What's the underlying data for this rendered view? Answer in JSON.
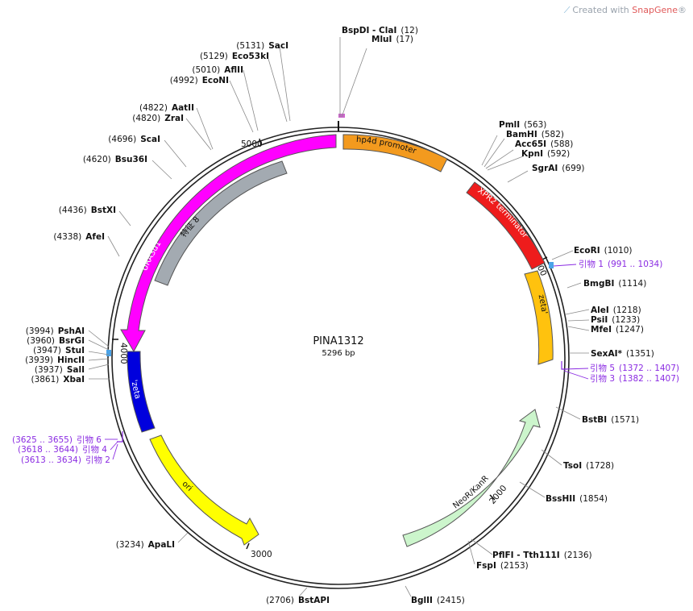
{
  "watermark": {
    "prefix": "Created with ",
    "brand": "SnapGene",
    "suffix": "®"
  },
  "plasmid": {
    "name": "PINA1312",
    "length_label": "5296 bp"
  },
  "ruler": {
    "r1000": "1000",
    "r2000": "2000",
    "r3000": "3000",
    "r4000": "4000",
    "r5000": "5000"
  },
  "features": {
    "hp4d": "hp4d promoter",
    "xpr2": "XPR2 terminator",
    "zeta_right": "zeta'",
    "neor": "NeoR/KanR",
    "ori": "ori",
    "zeta_left": "'zeta",
    "ura": "URA3d1",
    "feat8": "特征 8"
  },
  "sites": {
    "bspdi": {
      "name": "BspDI - ClaI",
      "pos": "(12)"
    },
    "mlui": {
      "name": "MluI",
      "pos": "(17)"
    },
    "pmli": {
      "name": "PmlI",
      "pos": "(563)"
    },
    "bamhi": {
      "name": "BamHI",
      "pos": "(582)"
    },
    "acc65i": {
      "name": "Acc65I",
      "pos": "(588)"
    },
    "kpni": {
      "name": "KpnI",
      "pos": "(592)"
    },
    "sgrai": {
      "name": "SgrAI",
      "pos": "(699)"
    },
    "ecori": {
      "name": "EcoRI",
      "pos": "(1010)"
    },
    "bmgbi": {
      "name": "BmgBI",
      "pos": "(1114)"
    },
    "alei": {
      "name": "AleI",
      "pos": "(1218)"
    },
    "psii": {
      "name": "PsiI",
      "pos": "(1233)"
    },
    "mfei": {
      "name": "MfeI",
      "pos": "(1247)"
    },
    "sexai": {
      "name": "SexAI*",
      "pos": "(1351)"
    },
    "bstbi": {
      "name": "BstBI",
      "pos": "(1571)"
    },
    "tsoi": {
      "name": "TsoI",
      "pos": "(1728)"
    },
    "bsshii": {
      "name": "BssHII",
      "pos": "(1854)"
    },
    "pflfi": {
      "name": "PflFI - Tth111I",
      "pos": "(2136)"
    },
    "fspi": {
      "name": "FspI",
      "pos": "(2153)"
    },
    "bglii": {
      "name": "BglII",
      "pos": "(2415)"
    },
    "bstapi": {
      "name": "BstAPI",
      "pos": "(2706)"
    },
    "apali": {
      "name": "ApaLI",
      "pos": "(3234)"
    },
    "xbai": {
      "name": "XbaI",
      "pos": "(3861)"
    },
    "sali": {
      "name": "SalI",
      "pos": "(3937)"
    },
    "hincii": {
      "name": "HincII",
      "pos": "(3939)"
    },
    "stui": {
      "name": "StuI",
      "pos": "(3947)"
    },
    "bsrgi": {
      "name": "BsrGI",
      "pos": "(3960)"
    },
    "pshai": {
      "name": "PshAI",
      "pos": "(3994)"
    },
    "afei": {
      "name": "AfeI",
      "pos": "(4338)"
    },
    "bstxi": {
      "name": "BstXI",
      "pos": "(4436)"
    },
    "bsu36i": {
      "name": "Bsu36I",
      "pos": "(4620)"
    },
    "scai": {
      "name": "ScaI",
      "pos": "(4696)"
    },
    "zrai": {
      "name": "ZraI",
      "pos": "(4820)"
    },
    "aatii": {
      "name": "AatII",
      "pos": "(4822)"
    },
    "econi": {
      "name": "EcoNI",
      "pos": "(4992)"
    },
    "aflii": {
      "name": "AflII",
      "pos": "(5010)"
    },
    "eco53ki": {
      "name": "Eco53kI",
      "pos": "(5129)"
    },
    "saci": {
      "name": "SacI",
      "pos": "(5131)"
    }
  },
  "primers": {
    "p1": {
      "name": "引物 1",
      "range": "(991 .. 1034)"
    },
    "p5": {
      "name": "引物 5",
      "range": "(1372 .. 1407)"
    },
    "p3": {
      "name": "引物 3",
      "range": "(1382 .. 1407)"
    },
    "p6": {
      "name": "引物 6",
      "range": "(3625 .. 3655)"
    },
    "p4": {
      "name": "引物 4",
      "range": "(3618 .. 3644)"
    },
    "p2": {
      "name": "引物 2",
      "range": "(3613 .. 3634)"
    }
  },
  "colors": {
    "hp4d": "#f39a1e",
    "xpr2": "#ee1c1c",
    "zeta": "#ffc20e",
    "neor": "#ccf5cc",
    "ori": "#ffff00",
    "zeta_left": "#0000dd",
    "ura": "#ff00ff",
    "feat8": "#a3aab1",
    "primer": "#8a2be2",
    "primer_bind": "#4aa3e8"
  }
}
